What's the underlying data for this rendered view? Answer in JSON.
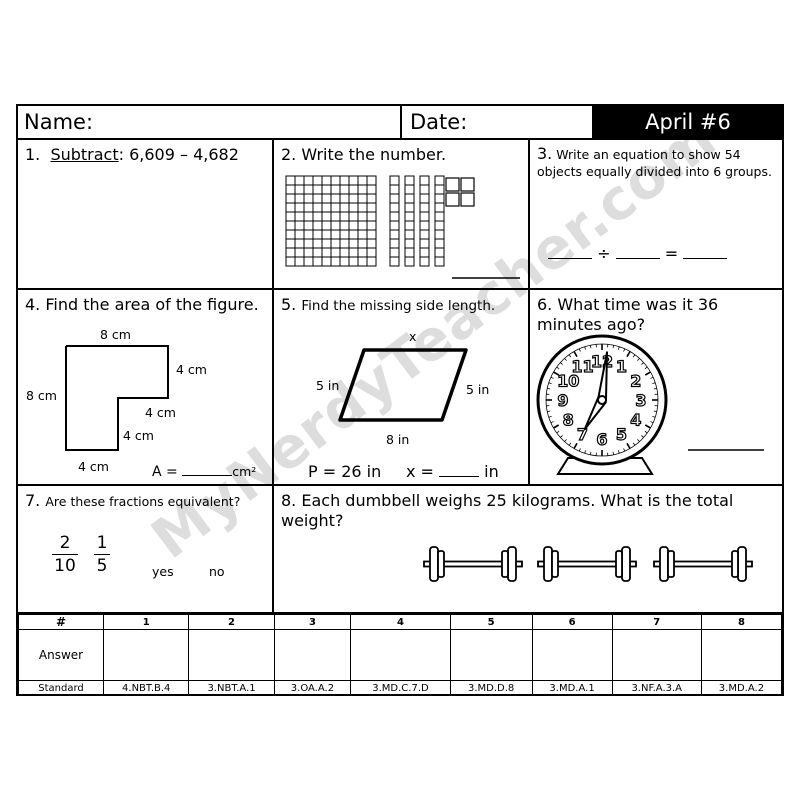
{
  "header": {
    "name_label": "Name:",
    "date_label": "Date:",
    "tag": "April #6"
  },
  "q1": {
    "num": "1.",
    "verb": "Subtract",
    "rest": ": 6,609 – 4,682"
  },
  "q2": {
    "text": "2. Write the number.",
    "hundreds": 1,
    "tens": 4,
    "ones": 4
  },
  "q3": {
    "num": "3.",
    "text": "Write an equation to show 54 objects equally divided into 6 groups.",
    "div": "÷",
    "eq": "="
  },
  "q4": {
    "text": "4. Find the area of the figure.",
    "top": "8 cm",
    "right": "4 cm",
    "left": "8 cm",
    "inner_h": "4 cm",
    "inner_v": "4 cm",
    "bottom": "4 cm",
    "answer_prefix": "A =",
    "answer_unit": "cm²"
  },
  "q5": {
    "num": "5.",
    "text": "Find the missing side length.",
    "top": "x",
    "left": "5 in",
    "right": "5 in",
    "bottom": "8 in",
    "perimeter": "P = 26 in",
    "answer_prefix": "x =",
    "answer_unit": "in"
  },
  "q6": {
    "text": "6. What time was it 36 minutes ago?",
    "clock_numbers": [
      "12",
      "1",
      "2",
      "3",
      "4",
      "5",
      "6",
      "7",
      "8",
      "9",
      "10",
      "11"
    ],
    "hour": 7,
    "minute": 1
  },
  "q7": {
    "num": "7.",
    "text": "Are these fractions equivalent?",
    "f1_num": "2",
    "f1_den": "10",
    "f2_num": "1",
    "f2_den": "5",
    "yes": "yes",
    "no": "no"
  },
  "q8": {
    "text": "8. Each dumbbell weighs 25 kilograms. What is the total weight?",
    "dumbbells": 3
  },
  "table": {
    "hash": "#",
    "answer": "Answer",
    "standard": "Standard",
    "cols": [
      "1",
      "2",
      "3",
      "4",
      "5",
      "6",
      "7",
      "8"
    ],
    "standards": [
      "4.NBT.B.4",
      "3.NBT.A.1",
      "3.OA.A.2",
      "3.MD.C.7.D",
      "3.MD.D.8",
      "3.MD.A.1",
      "3.NF.A.3.A",
      "3.MD.A.2"
    ]
  },
  "watermark": "MyNerdyTeacher.com"
}
